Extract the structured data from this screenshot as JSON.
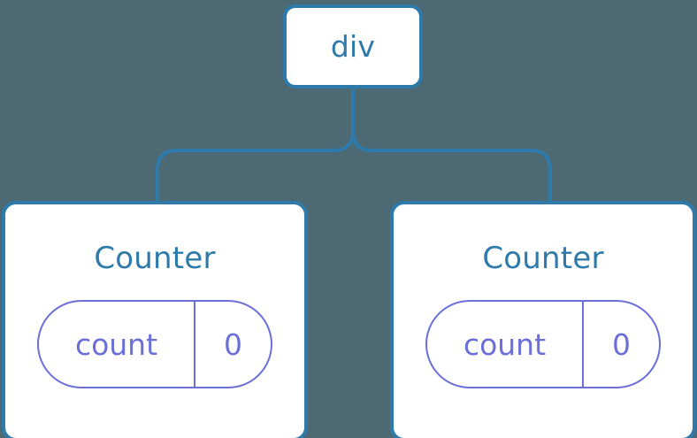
{
  "diagram": {
    "type": "component-tree",
    "background_color": "#4d6a74",
    "node_border_color": "#2d7aab",
    "node_fill_color": "#ffffff",
    "node_text_color": "#2d7aab",
    "state_accent_color": "#6b6fd8",
    "connector_color": "#2d7aab",
    "root": {
      "label": "div"
    },
    "children": [
      {
        "label": "Counter",
        "state": {
          "key": "count",
          "value": "0"
        }
      },
      {
        "label": "Counter",
        "state": {
          "key": "count",
          "value": "0"
        }
      }
    ]
  }
}
